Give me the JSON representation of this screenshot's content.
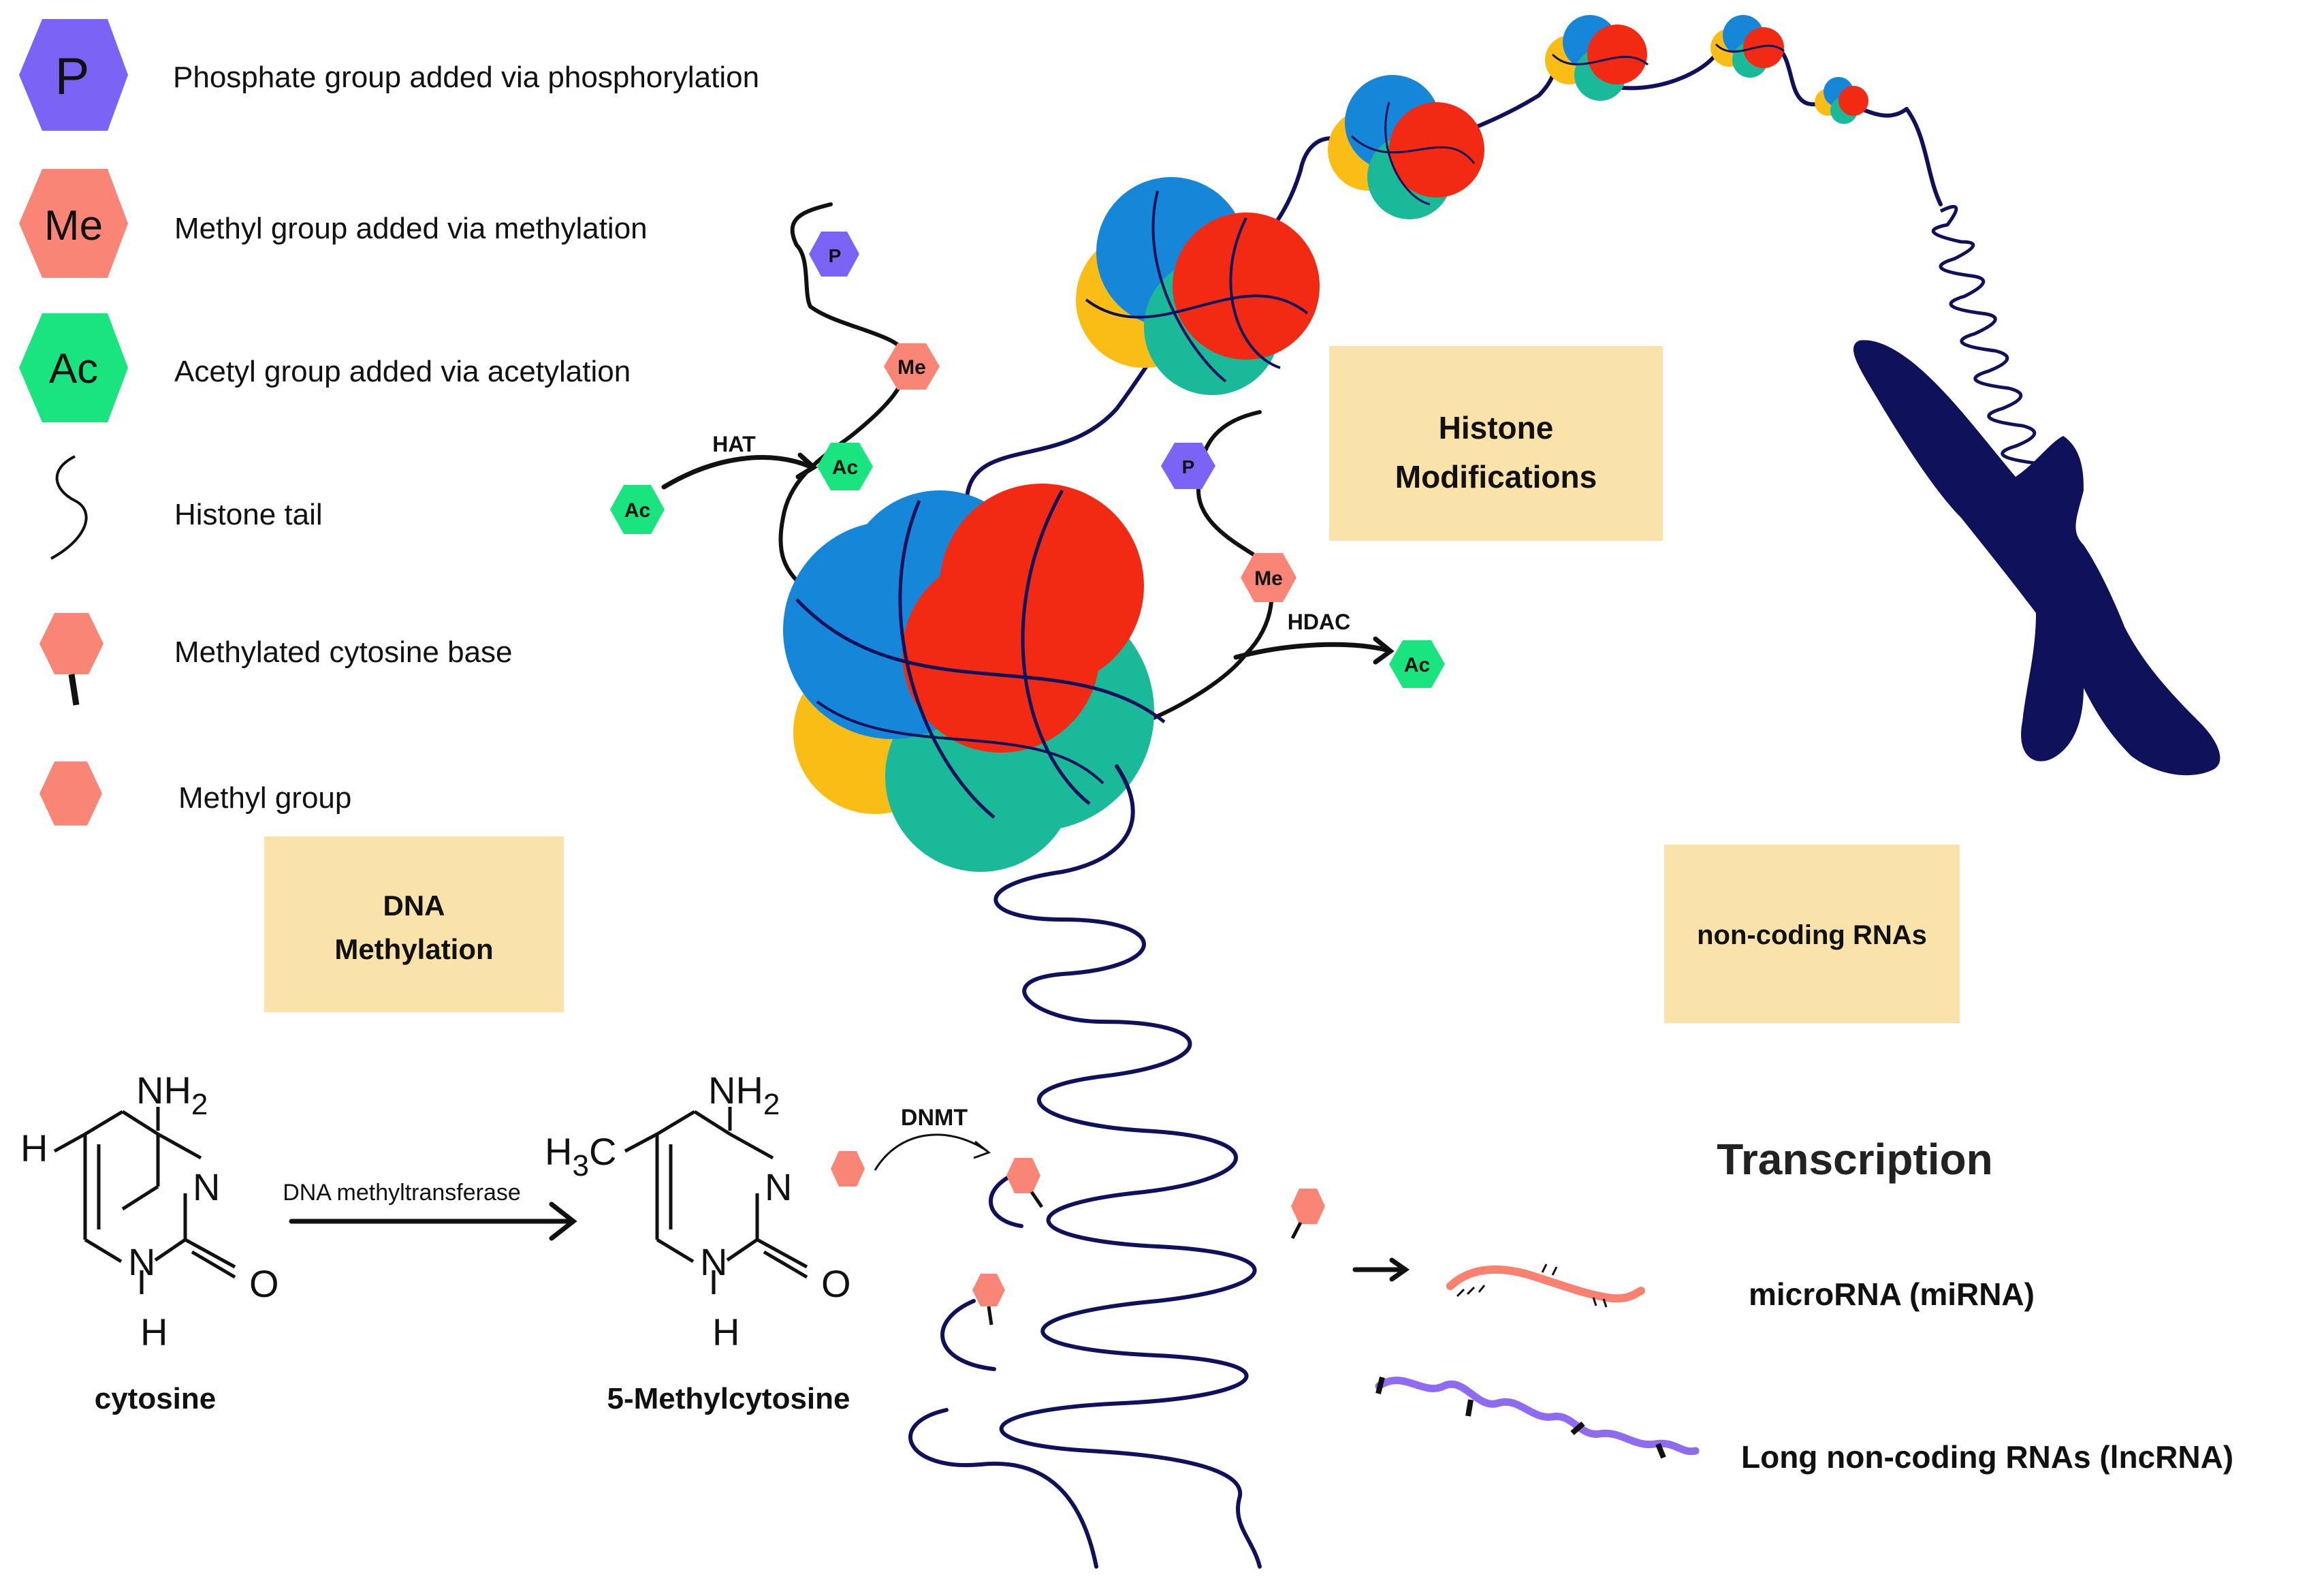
{
  "colors": {
    "phosphate": "#7a63f5",
    "methyl": "#f98576",
    "acetyl": "#19e47f",
    "dna": "#0f125a",
    "label_box": "#f9e3aa",
    "histone_blue": "#1687d8",
    "histone_red": "#f22a14",
    "histone_teal": "#19b99a",
    "histone_yellow": "#f9bd16",
    "mirna": "#f9816f",
    "lncrna": "#8f6bf0"
  },
  "legend": [
    {
      "icon": "phosphate-hexagon-icon",
      "symbol": "P",
      "label": "Phosphate group added via phosphorylation"
    },
    {
      "icon": "methyl-hexagon-icon",
      "symbol": "Me",
      "label": "Methyl group added via methylation"
    },
    {
      "icon": "acetyl-hexagon-icon",
      "symbol": "Ac",
      "label": "Acetyl group added via acetylation"
    },
    {
      "icon": "histone-tail-icon",
      "symbol": "",
      "label": "Histone tail"
    },
    {
      "icon": "methylated-cytosine-icon",
      "symbol": "",
      "label": "Methylated cytosine base"
    },
    {
      "icon": "methyl-group-icon",
      "symbol": "",
      "label": "Methyl group"
    }
  ],
  "sections": {
    "dna_methylation": [
      "DNA",
      "Methylation"
    ],
    "histone_modifications": [
      "Histone",
      "Modifications"
    ],
    "noncoding_rnas": "non-coding RNAs"
  },
  "histone_mods": {
    "p": "P",
    "me": "Me",
    "ac": "Ac",
    "hat": "HAT",
    "hdac": "HDAC"
  },
  "dnmt": "DNMT",
  "chemistry": {
    "enzyme": "DNA methyltransferase",
    "cytosine": {
      "name": "cytosine",
      "nh2": "NH",
      "sub2": "2",
      "h": "H",
      "n3": "N",
      "n1": "N",
      "o": "O",
      "nh": "H"
    },
    "methylcytosine": {
      "name": "5-Methylcytosine",
      "h3c_h": "H",
      "h3c_3": "3",
      "h3c_c": "C",
      "nh2": "NH",
      "sub2": "2",
      "n3": "N",
      "n1": "N",
      "o": "O",
      "nh": "H"
    }
  },
  "transcription": {
    "title": "Transcription",
    "mirna": "microRNA (miRNA)",
    "lncrna": "Long non-coding RNAs (lncRNA)"
  }
}
